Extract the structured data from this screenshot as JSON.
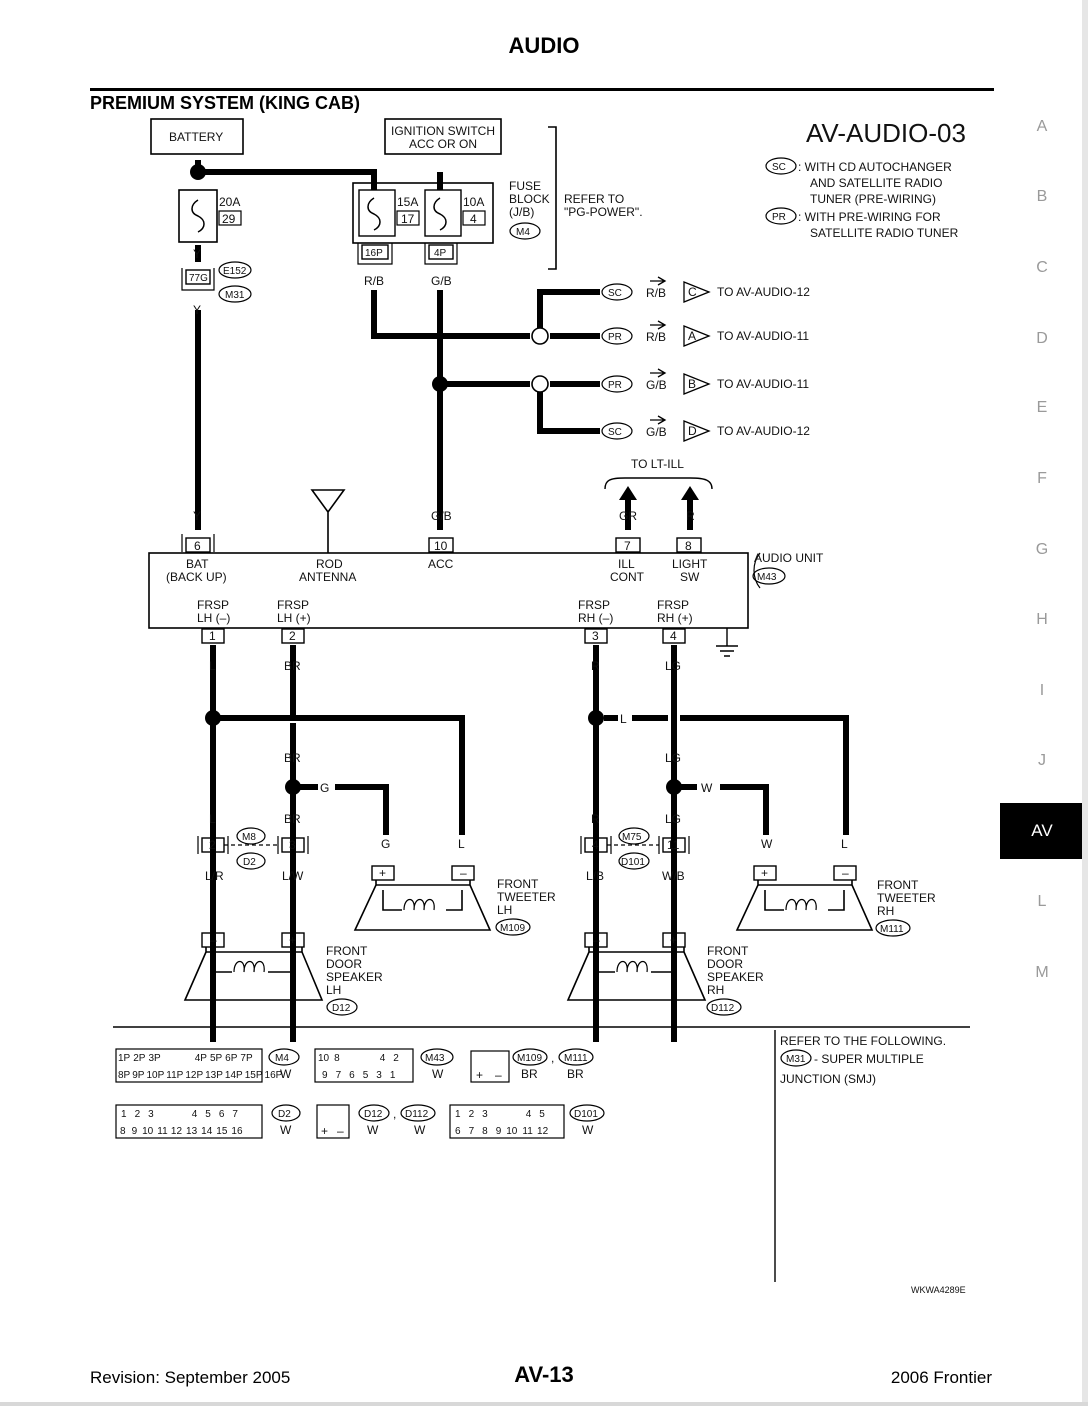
{
  "header": {
    "title": "AUDIO",
    "section": "PREMIUM SYSTEM (KING CAB)"
  },
  "side_tabs": [
    "A",
    "B",
    "C",
    "D",
    "E",
    "F",
    "G",
    "H",
    "I",
    "J",
    "AV",
    "L",
    "M"
  ],
  "active_tab": "AV",
  "footer": {
    "revision": "Revision: September 2005",
    "page": "AV-13",
    "model": "2006 Frontier"
  },
  "diagram": {
    "code": "AV-AUDIO-03",
    "figure_id": "WKWA4289E",
    "legend": {
      "sc_tag": "SC",
      "sc_line1": ": WITH CD AUTOCHANGER",
      "sc_line2": "AND SATELLITE RADIO",
      "sc_line3": "TUNER (PRE-WIRING)",
      "pr_tag": "PR",
      "pr_line1": ": WITH PRE-WIRING FOR",
      "pr_line2": "SATELLITE RADIO TUNER"
    },
    "battery": "BATTERY",
    "ignition": {
      "line1": "IGNITION SWITCH",
      "line2": "ACC OR ON"
    },
    "fuse_20": {
      "amp": "20A",
      "num": "29"
    },
    "fuse_15": {
      "amp": "15A",
      "num": "17"
    },
    "fuse_10": {
      "amp": "10A",
      "num": "4"
    },
    "fuse_block": {
      "line1": "FUSE",
      "line2": "BLOCK",
      "line3": "(J/B)",
      "conn": "M4"
    },
    "refer": {
      "line1": "REFER TO",
      "line2": "\"PG-POWER\"."
    },
    "conn_16p": "16P",
    "conn_4p": "4P",
    "conn_77g": "77G",
    "e152": "E152",
    "m31": "M31",
    "wire": {
      "y": "Y",
      "rb": "R/B",
      "gb": "G/B",
      "gr": "GR",
      "r": "R",
      "l": "L",
      "br": "BR",
      "lg": "LG",
      "g": "G",
      "w": "W",
      "lr": "L/R",
      "lw": "L/W",
      "lb": "L/B",
      "wb": "W/B"
    },
    "tags": {
      "sc": "SC",
      "pr": "PR"
    },
    "dest_c": {
      "letter": "C",
      "text": "TO AV-AUDIO-12"
    },
    "dest_a": {
      "letter": "A",
      "text": "TO AV-AUDIO-11"
    },
    "dest_b": {
      "letter": "B",
      "text": "TO AV-AUDIO-11"
    },
    "dest_d": {
      "letter": "D",
      "text": "TO AV-AUDIO-12"
    },
    "to_lt_ill": "TO LT-ILL",
    "audio_unit": {
      "label": "AUDIO UNIT",
      "conn": "M43",
      "pins_top": [
        {
          "num": "6",
          "l1": "BAT",
          "l2": "(BACK UP)"
        },
        {
          "num": "",
          "l1": "ROD",
          "l2": "ANTENNA"
        },
        {
          "num": "10",
          "l1": "ACC",
          "l2": ""
        },
        {
          "num": "7",
          "l1": "ILL",
          "l2": "CONT"
        },
        {
          "num": "8",
          "l1": "LIGHT",
          "l2": "SW"
        }
      ],
      "pins_bottom": [
        {
          "num": "1",
          "l1": "FRSP",
          "l2": "LH (–)"
        },
        {
          "num": "2",
          "l1": "FRSP",
          "l2": "LH (+)"
        },
        {
          "num": "3",
          "l1": "FRSP",
          "l2": "RH (–)"
        },
        {
          "num": "4",
          "l1": "FRSP",
          "l2": "RH (+)"
        }
      ]
    },
    "m8": "M8",
    "d2": "D2",
    "m75": "M75",
    "d101": "D101",
    "jc_pins": {
      "p2": "2",
      "p3": "3",
      "p4": "4",
      "p11": "11"
    },
    "tweeter_lh": {
      "l1": "FRONT",
      "l2": "TWEETER",
      "l3": "LH",
      "conn": "M109"
    },
    "tweeter_rh": {
      "l1": "FRONT",
      "l2": "TWEETER",
      "l3": "RH",
      "conn": "M111"
    },
    "speaker_lh": {
      "l1": "FRONT",
      "l2": "DOOR",
      "l3": "SPEAKER",
      "l4": "LH",
      "conn": "D12"
    },
    "speaker_rh": {
      "l1": "FRONT",
      "l2": "DOOR",
      "l3": "SPEAKER",
      "l4": "RH",
      "conn": "D112"
    },
    "minus": "–",
    "plus": "+",
    "connectors": {
      "m4": {
        "row1": [
          "1P",
          "2P",
          "3P",
          "",
          "4P",
          "5P",
          "6P",
          "7P"
        ],
        "row2": [
          "8P",
          "9P",
          "10P",
          "11P",
          "12P",
          "13P",
          "14P",
          "15P",
          "16P"
        ],
        "name": "M4",
        "color": "W"
      },
      "m43": {
        "row1": [
          "10",
          "8",
          "",
          "4",
          "2"
        ],
        "row2": [
          "9",
          "7",
          "6",
          "5",
          "3",
          "1"
        ],
        "name": "M43",
        "color": "W"
      },
      "m109": {
        "name": "M109",
        "sep": ",",
        "name2": "M111",
        "c1": "BR",
        "c2": "BR"
      },
      "d2": {
        "row1": [
          "1",
          "2",
          "3",
          "",
          "4",
          "5",
          "6",
          "7"
        ],
        "row2": [
          "8",
          "9",
          "10",
          "11",
          "12",
          "13",
          "14",
          "15",
          "16"
        ],
        "name": "D2",
        "color": "W"
      },
      "d12": {
        "name": "D12",
        "sep": ",",
        "name2": "D112",
        "c1": "W",
        "c2": "W"
      },
      "d101": {
        "row1": [
          "1",
          "2",
          "3",
          "",
          "4",
          "5"
        ],
        "row2": [
          "6",
          "7",
          "8",
          "9",
          "10",
          "11",
          "12"
        ],
        "name": "D101",
        "color": "W"
      }
    },
    "refer_following": {
      "l1": "REFER TO THE FOLLOWING.",
      "tag": "M31",
      "l2": "- SUPER MULTIPLE",
      "l3": "JUNCTION (SMJ)"
    }
  }
}
